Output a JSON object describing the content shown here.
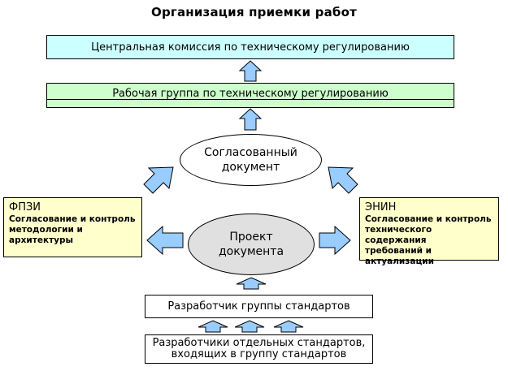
{
  "diagram": {
    "title": "Организация приемки работ",
    "central_commission": "Центральная комиссия по техническому регулированию",
    "working_group": "Рабочая группа по техническому регулированию",
    "agreed_document_line1": "Согласованный",
    "agreed_document_line2": "документ",
    "draft_document_line1": "Проект",
    "draft_document_line2": "документа",
    "fpzi": {
      "name": "ФПЗИ",
      "line1": "Согласование и контроль",
      "line2": "методологии и",
      "line3": "архитектуры"
    },
    "enin": {
      "name": "ЭНИН",
      "line1": "Согласование и контроль",
      "line2": "технического содержания",
      "line3": "требований и актуализации"
    },
    "developer_group": "Разработчик группы стандартов",
    "developers_individual_line1": "Разработчики отдельных стандартов,",
    "developers_individual_line2": "входящих в группу стандартов"
  },
  "colors": {
    "arrow_fill": "#99ccff",
    "central_fill": "#ccffff",
    "working_fill": "#ccffcc",
    "side_fill": "#ffffcc",
    "draft_fill": "#e0e0e0"
  }
}
